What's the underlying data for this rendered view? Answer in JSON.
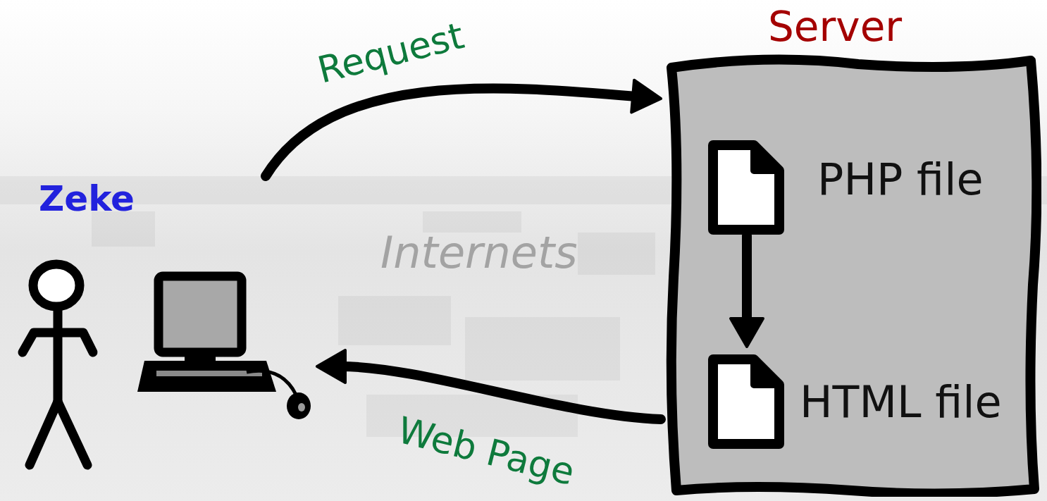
{
  "diagram": {
    "nodes": [
      {
        "text": [
          "Zeke"
        ]
      },
      {
        "text": [
          "Server"
        ]
      },
      {
        "text": [
          "PHP file"
        ],
        "in": 1
      },
      {
        "text": [
          "HTML file"
        ],
        "in": 1
      }
    ],
    "edges": [
      {
        "from": 0,
        "to": 1,
        "arrow": "to",
        "label": "Request"
      },
      {
        "from": 1,
        "to": 0,
        "arrow": "to",
        "label": "Web Page"
      },
      {
        "from": 2,
        "to": 3,
        "arrow": "to"
      }
    ],
    "labels": [
      "Internets"
    ]
  }
}
